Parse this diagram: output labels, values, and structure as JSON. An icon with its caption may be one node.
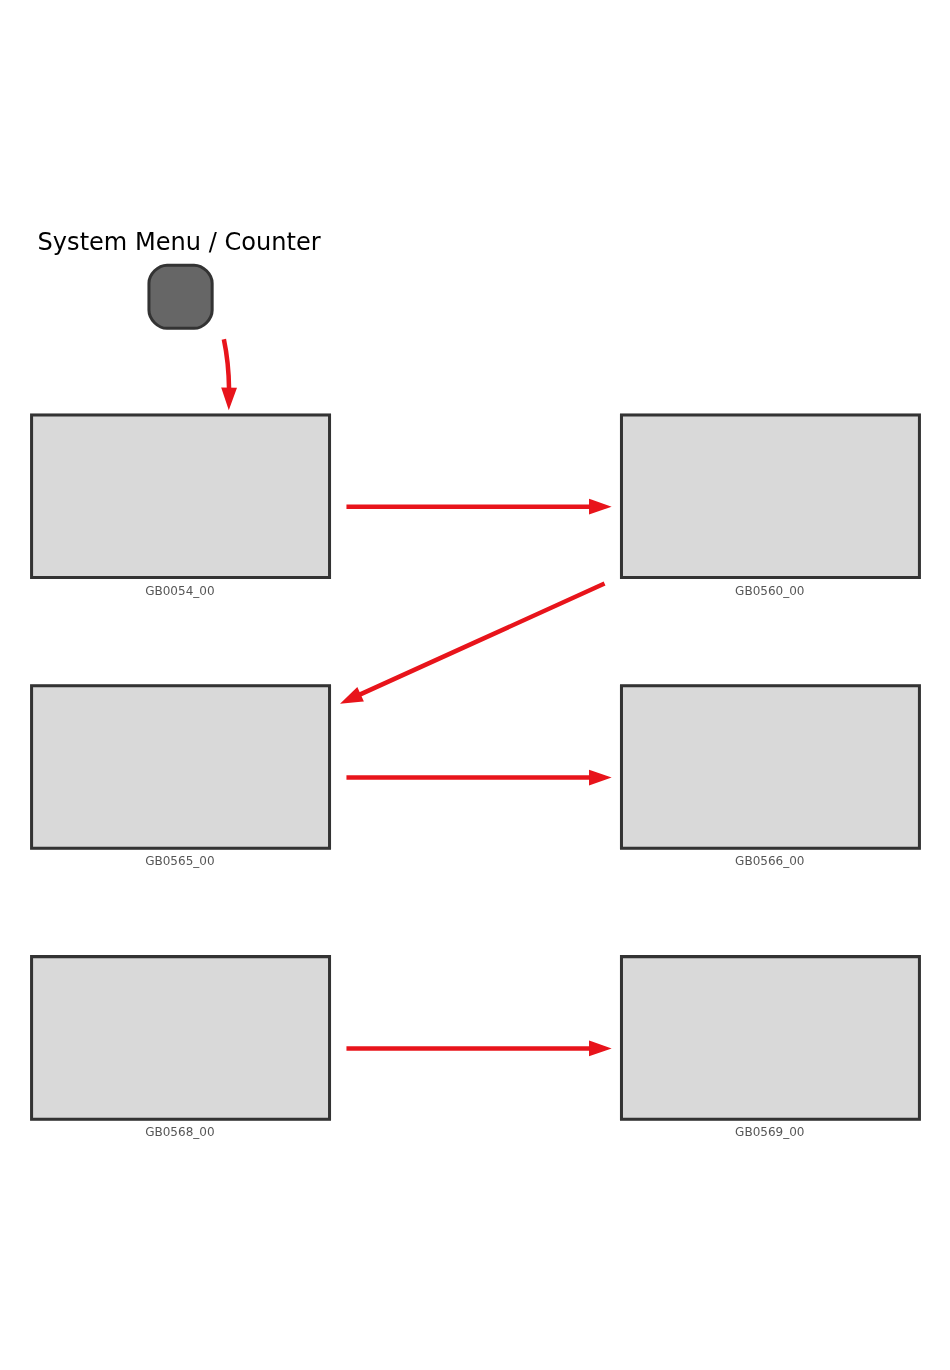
{
  "diagram": {
    "nodes": [
      {
        "text": [
          "System Menu / Counter"
        ]
      },
      {
        "text": [],
        "shape": "box",
        "beside": [
          "GB0054_00"
        ]
      },
      {
        "text": [],
        "shape": "box",
        "beside": [
          "GB0560_00"
        ]
      },
      {
        "text": [],
        "shape": "box",
        "beside": [
          "GB0565_00"
        ]
      },
      {
        "text": [],
        "shape": "box",
        "beside": [
          "GB0566_00"
        ]
      },
      {
        "text": [],
        "shape": "box",
        "beside": [
          "GB0568_00"
        ]
      },
      {
        "text": [],
        "shape": "box",
        "beside": [
          "GB0569_00"
        ]
      }
    ],
    "edges": [
      {
        "from": 0,
        "to": 1,
        "arrow": "to"
      },
      {
        "from": 1,
        "to": 2,
        "arrow": "to"
      },
      {
        "from": 2,
        "to": 3,
        "arrow": "to"
      },
      {
        "from": 3,
        "to": 4,
        "arrow": "to"
      },
      {
        "from": 5,
        "to": 6,
        "arrow": "to"
      }
    ]
  }
}
